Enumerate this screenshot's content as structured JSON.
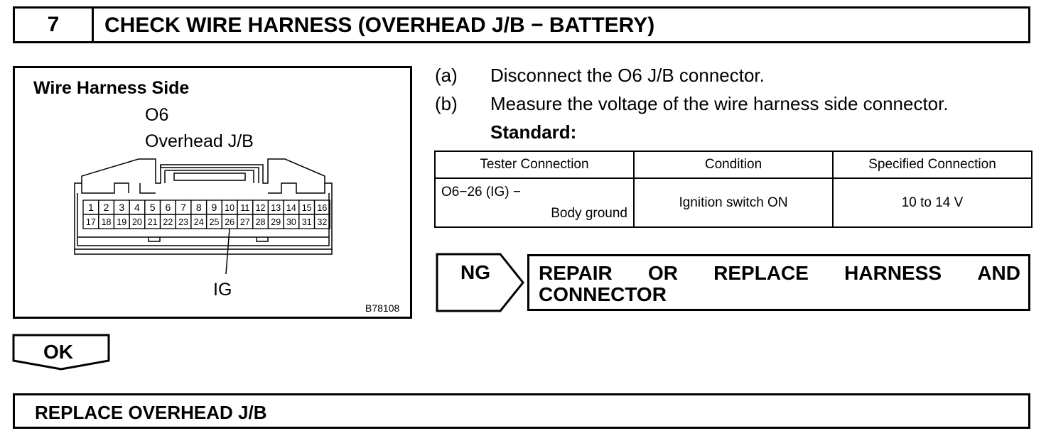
{
  "header": {
    "step_number": "7",
    "title": "CHECK WIRE HARNESS (OVERHEAD J/B − BATTERY)"
  },
  "figure": {
    "heading": "Wire Harness Side",
    "connector_code": "O6",
    "connector_name": "Overhead J/B",
    "pins_row1": [
      "1",
      "2",
      "3",
      "4",
      "5",
      "6",
      "7",
      "8",
      "9",
      "10",
      "11",
      "12",
      "13",
      "14",
      "15",
      "16"
    ],
    "pins_row2": [
      "17",
      "18",
      "19",
      "20",
      "21",
      "22",
      "23",
      "24",
      "25",
      "26",
      "27",
      "28",
      "29",
      "30",
      "31",
      "32"
    ],
    "pin_callout": "IG",
    "figure_id": "B78108"
  },
  "instructions": {
    "a_letter": "(a)",
    "a_text": "Disconnect the O6 J/B connector.",
    "b_letter": "(b)",
    "b_text": "Measure the voltage of the wire harness side connector.",
    "standard_label": "Standard:"
  },
  "table": {
    "headers": [
      "Tester Connection",
      "Condition",
      "Specified Connection"
    ],
    "row": {
      "connection_line1": "O6−26 (IG) −",
      "connection_line2": "Body ground",
      "condition": "Ignition switch ON",
      "specified": "10 to 14 V"
    }
  },
  "ng": {
    "label": "NG",
    "action_words": [
      "REPAIR",
      "OR",
      "REPLACE",
      "HARNESS",
      "AND"
    ],
    "action_line2": "CONNECTOR"
  },
  "ok": {
    "label": "OK"
  },
  "final": {
    "text": "REPLACE OVERHEAD J/B"
  }
}
